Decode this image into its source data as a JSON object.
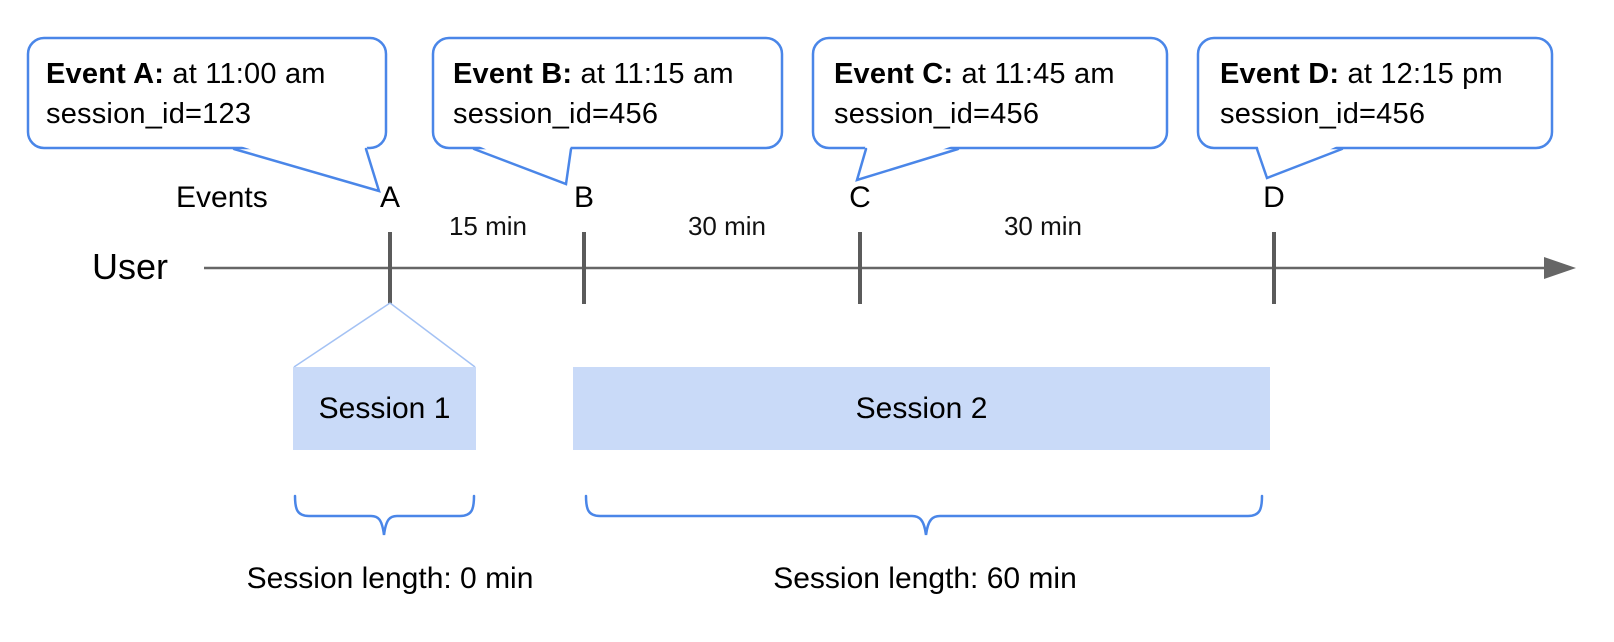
{
  "figure": {
    "axis": {
      "user_label": "User",
      "events_label": "Events"
    },
    "events": [
      {
        "letter": "A",
        "callout_title": "Event A:",
        "callout_time": "at 11:00 am",
        "callout_session": "session_id=123"
      },
      {
        "letter": "B",
        "callout_title": "Event B:",
        "callout_time": "at 11:15 am",
        "callout_session": "session_id=456"
      },
      {
        "letter": "C",
        "callout_title": "Event C:",
        "callout_time": "at 11:45 am",
        "callout_session": "session_id=456"
      },
      {
        "letter": "D",
        "callout_title": "Event D:",
        "callout_time": "at 12:15 pm",
        "callout_session": "session_id=456"
      }
    ],
    "intervals": [
      {
        "label": "15 min"
      },
      {
        "label": "30 min"
      },
      {
        "label": "30 min"
      }
    ],
    "sessions": [
      {
        "label": "Session 1",
        "length_label": "Session length: 0 min"
      },
      {
        "label": "Session 2",
        "length_label": "Session length: 60 min"
      }
    ],
    "colors": {
      "callout_border": "#4a86e8",
      "brace": "#4a86e8",
      "session_fill": "#c9daf8",
      "funnel": "#a4c2f4",
      "timeline": "#666666",
      "tick": "#5b5b5b",
      "text": "#000000"
    }
  }
}
